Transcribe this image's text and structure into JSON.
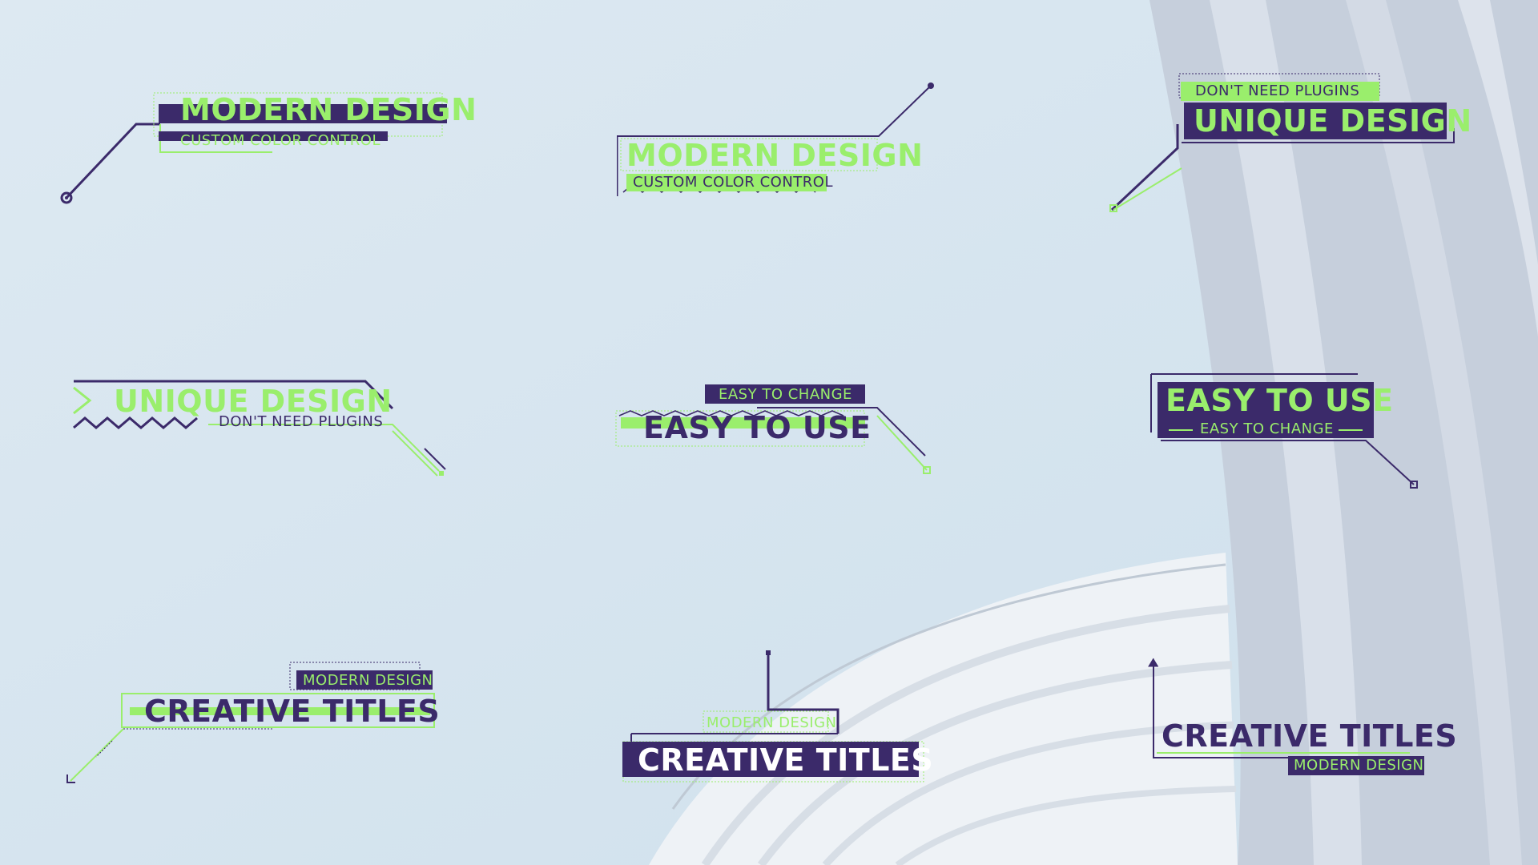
{
  "colors": {
    "accent_green": "#9aee6c",
    "accent_purple": "#3b2a6a",
    "sky": "#d9e7f1",
    "building": "#c8d2de"
  },
  "titles": [
    {
      "main": "MODERN DESIGN",
      "sub": "CUSTOM COLOR CONTROL"
    },
    {
      "main": "MODERN DESIGN",
      "sub": "CUSTOM COLOR CONTROL"
    },
    {
      "main": "UNIQUE DESIGN",
      "sub": "DON'T NEED PLUGINS"
    },
    {
      "main": "UNIQUE DESIGN",
      "sub": "DON'T NEED PLUGINS"
    },
    {
      "main": "EASY TO USE",
      "sub": "EASY TO CHANGE"
    },
    {
      "main": "EASY TO USE",
      "sub": "EASY TO CHANGE"
    },
    {
      "main": "CREATIVE TITLES",
      "sub": "MODERN DESIGN"
    },
    {
      "main": "CREATIVE TITLES",
      "sub": "MODERN DESIGN"
    },
    {
      "main": "CREATIVE TITLES",
      "sub": "MODERN DESIGN"
    }
  ]
}
